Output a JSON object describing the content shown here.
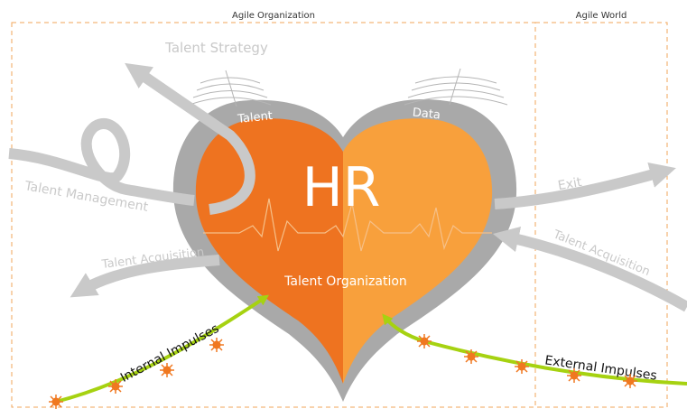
{
  "regions": {
    "agile_organization": "Agile Organization",
    "agile_world": "Agile World"
  },
  "heart": {
    "center_label": "HR",
    "subtitle": "Talent Organization",
    "left_chamber_label": "Talent",
    "right_chamber_label": "Data"
  },
  "flows": {
    "talent_strategy": "Talent Strategy",
    "talent_management": "Talent Management",
    "talent_acquisition_internal": "Talent Acquisition",
    "exit": "Exit",
    "talent_acquisition_external": "Talent Acquisition",
    "internal_impulses": "Internal Impulses",
    "external_impulses": "External Impulses"
  },
  "colors": {
    "heart_left": "#ee7320",
    "heart_right": "#f8a03c",
    "heart_border": "#a9a9a9",
    "arrow_gray": "#c9c9c9",
    "impulse_line": "#a6d211",
    "impulse_spark": "#f07820",
    "dashed_frame": "#f2a65a"
  }
}
